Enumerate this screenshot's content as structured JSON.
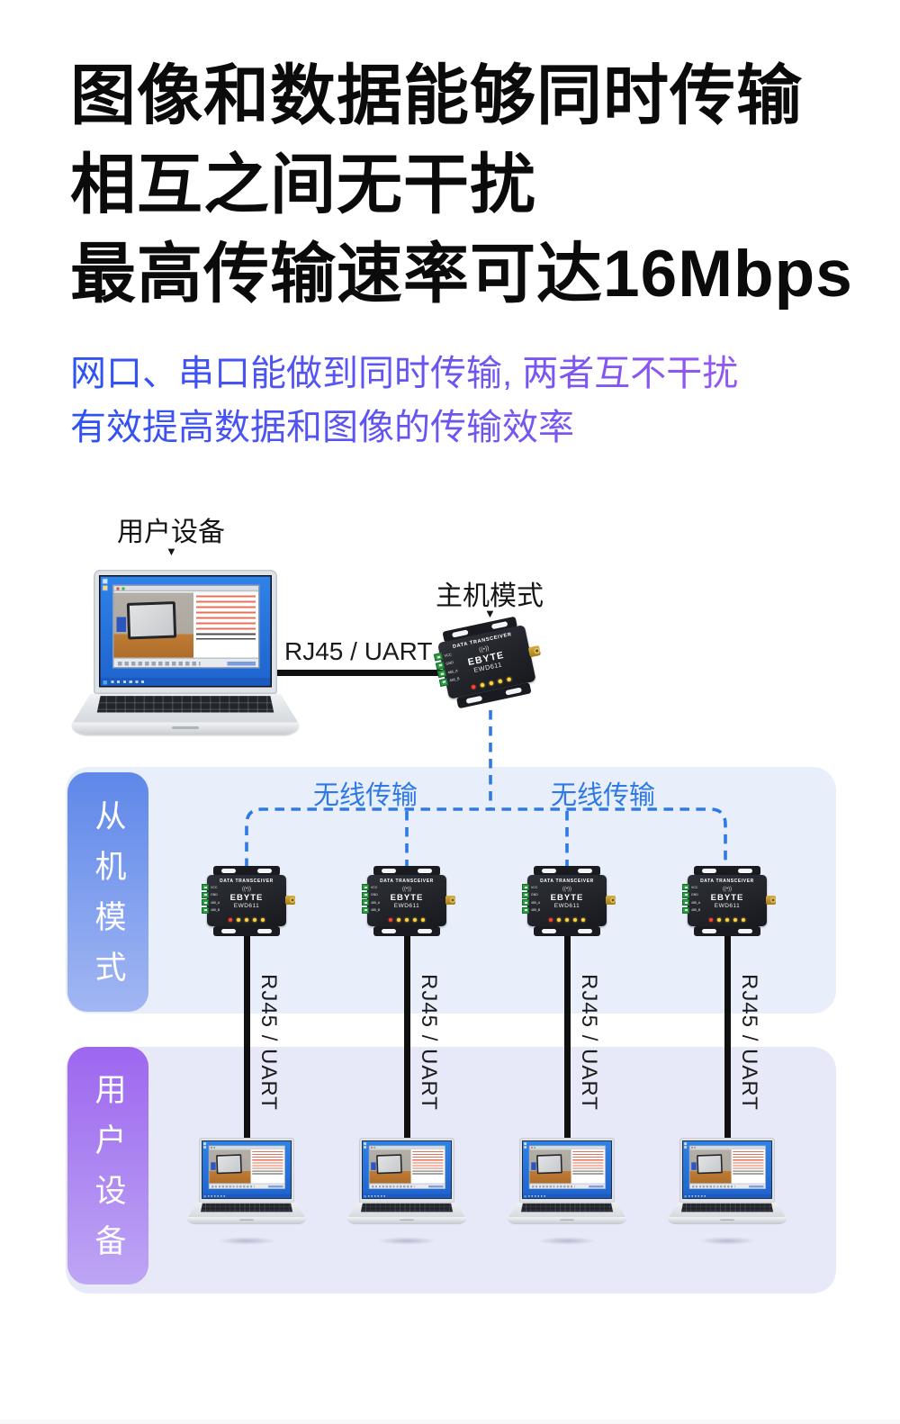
{
  "headline": {
    "lines": [
      "图像和数据能够同时传输",
      "相互之间无干扰",
      "最高传输速率可达16Mbps"
    ]
  },
  "subtitle": {
    "lines": [
      "网口、串口能做到同时传输, 两者互不干扰",
      "有效提高数据和图像的传输效率"
    ],
    "gradient_from": "#2F52F2",
    "gradient_to": "#9257F0"
  },
  "diagram": {
    "user_device_label": "用户设备",
    "host_mode_label": "主机模式",
    "slave_mode_label": "从机模式",
    "user_panel_label": "用户设备",
    "link_label": "RJ45 / UART",
    "wireless_label": "无线传输",
    "device": {
      "header": "DATA TRANSCEIVER",
      "brand": "EBYTE",
      "model": "EWD611",
      "terminal_labels": [
        "VCC",
        "GND",
        "485_A",
        "485_B"
      ]
    }
  },
  "icons": {
    "arrow_down": "▼",
    "antenna_logo": "((•))"
  },
  "colors": {
    "headline_text": "#0B0B0B",
    "dashed_line": "#2E7AE4",
    "wireless_text": "#2E79E6",
    "panel_blue": "#E9EEFB",
    "panel_purple": "#E8E9F8",
    "pill_blue_top": "#5E87E9",
    "pill_blue_bottom": "#A2B7F3",
    "pill_purple_top": "#9D66EF",
    "pill_purple_bottom": "#BDA6F4",
    "led_red": "#FF4130",
    "led_yellow": "#FFD23C",
    "sma_gold": "#C89A2C",
    "cable_black": "#101010"
  }
}
